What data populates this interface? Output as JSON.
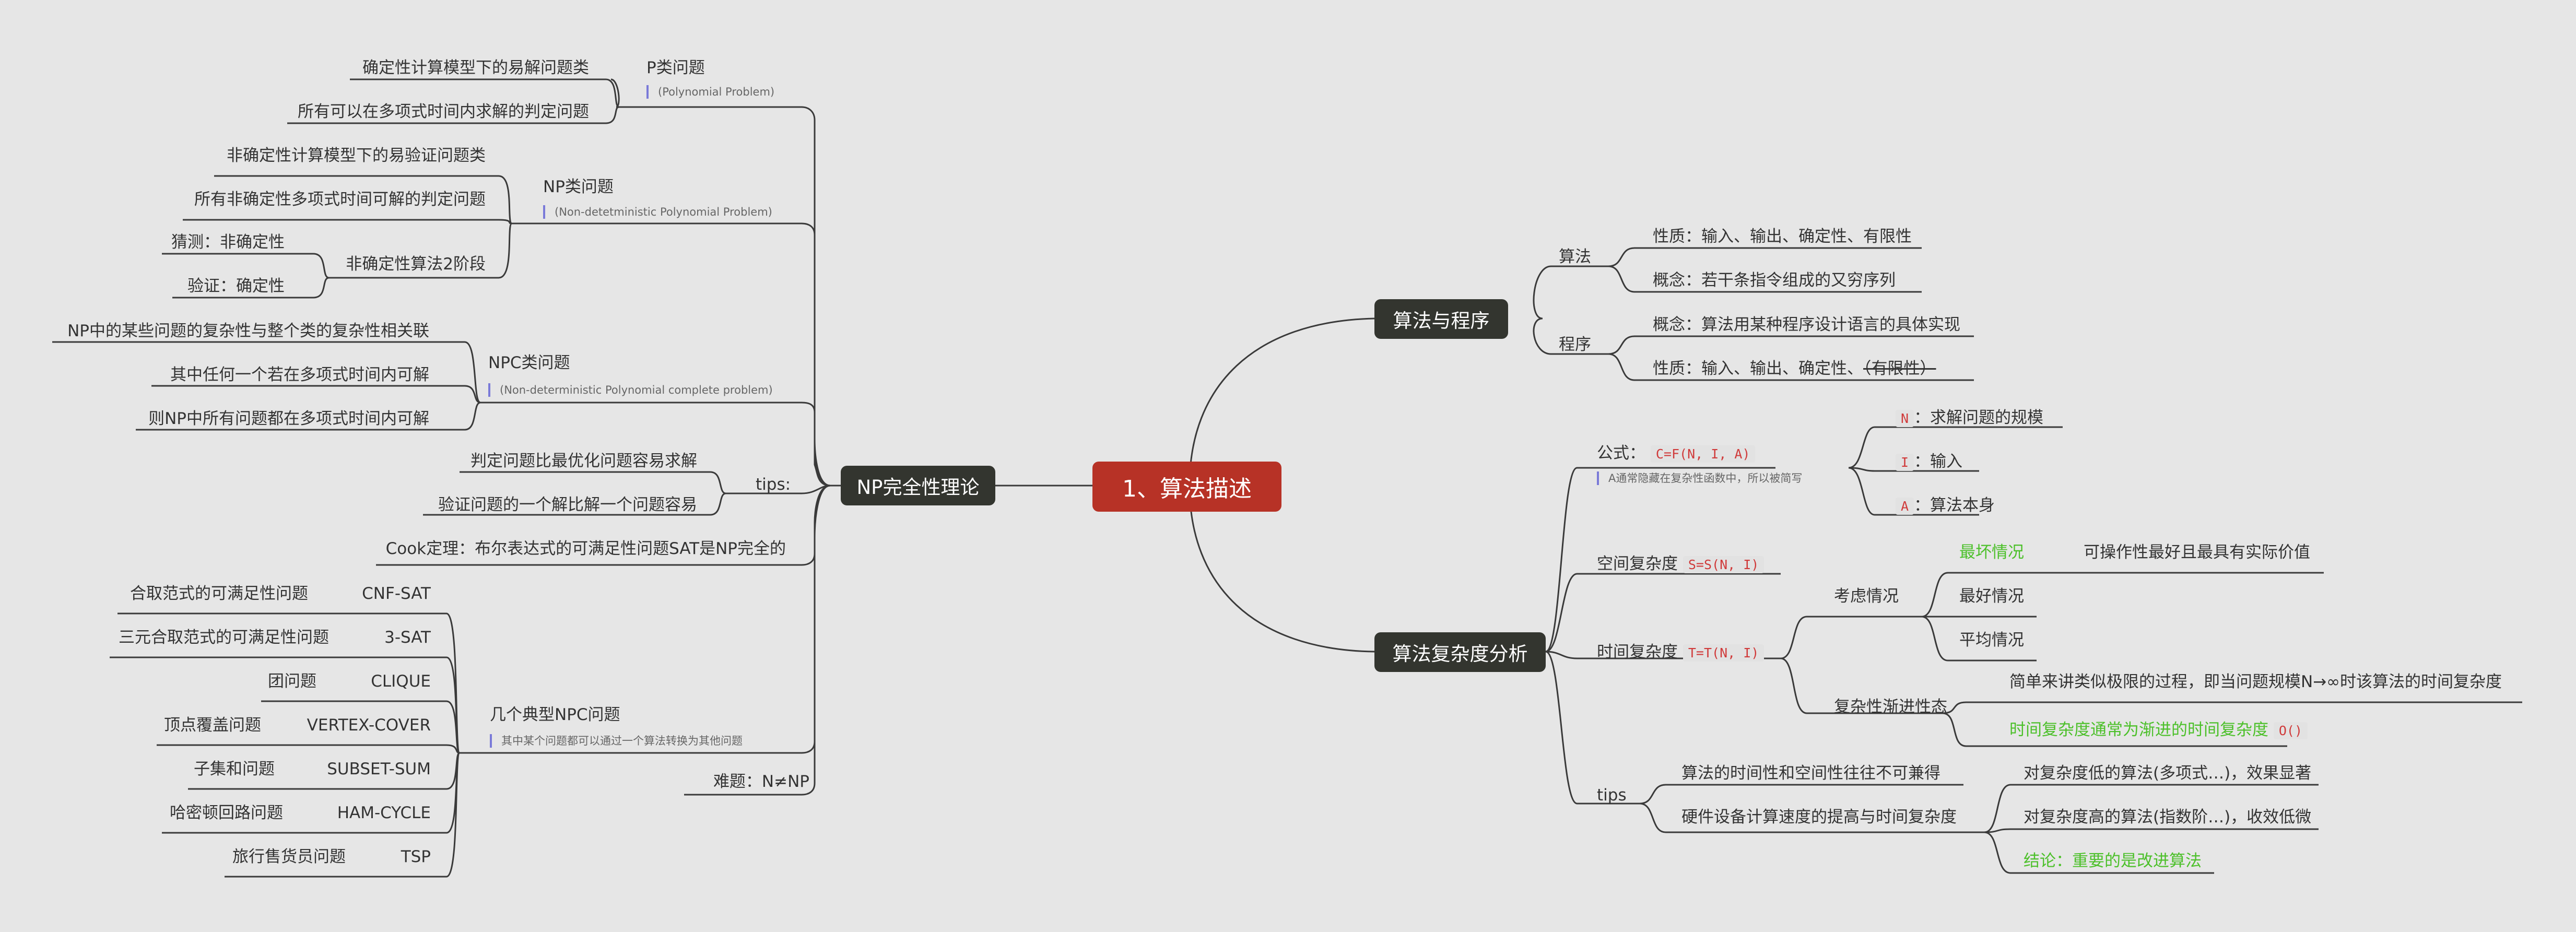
{
  "root": {
    "label": "1、算法描述"
  },
  "algo_program": {
    "label": "算法与程序",
    "algorithm": {
      "label": "算法",
      "nature": "性质：输入、输出、确定性、有限性",
      "concept": "概念：若干条指令组成的又穷序列"
    },
    "program": {
      "label": "程序",
      "concept": "概念：算法用某种程序设计语言的具体实现",
      "nature_prefix": "性质：输入、输出、确定性、",
      "nature_struck": "（有限性）"
    }
  },
  "complexity": {
    "label": "算法复杂度分析",
    "formula": {
      "label": "公式：",
      "code": "C=F(N, I, A)",
      "note": "A通常隐藏在复杂性函数中，所以被简写",
      "items": [
        {
          "code": "N",
          "text": "：求解问题的规模"
        },
        {
          "code": "I",
          "text": "：输入"
        },
        {
          "code": "A",
          "text": "：算法本身"
        }
      ]
    },
    "space": {
      "label": "空间复杂度",
      "code": "S=S(N, I)"
    },
    "time": {
      "label": "时间复杂度",
      "code": "T=T(N, I)",
      "cases": {
        "label": "考虑情况",
        "worst": "最坏情况",
        "worst_note": "可操作性最好且最具有实际价值",
        "best": "最好情况",
        "average": "平均情况"
      },
      "asymptotic": {
        "label": "复杂性渐进性态",
        "desc": "简单来讲类似极限的过程，即当问题规模N→∞时该算法的时间复杂度",
        "conclusion": "时间复杂度通常为渐进的时间复杂度",
        "code": "O()"
      }
    },
    "tips": {
      "label": "tips",
      "tip1": "算法的时间性和空间性往往不可兼得",
      "tip2": "硬件设备计算速度的提高与时间复杂度",
      "sub1": "对复杂度低的算法(多项式…)，效果显著",
      "sub2": "对复杂度高的算法(指数阶…)，收效低微",
      "conclusion": "结论：重要的是改进算法"
    }
  },
  "npc": {
    "label": "NP完全性理论",
    "p": {
      "label": "P类问题",
      "note": "(Polynomial Problem)",
      "d1": "确定性计算模型下的易解问题类",
      "d2": "所有可以在多项式时间内求解的判定问题"
    },
    "np": {
      "label": "NP类问题",
      "note": "(Non-detetministic Polynomial Problem)",
      "d1": "非确定性计算模型下的易验证问题类",
      "d2": "所有非确定性多项式时间可解的判定问题",
      "two_stage": "非确定性算法2阶段",
      "guess": "猜测：非确定性",
      "verify": "验证：确定性"
    },
    "npcp": {
      "label": "NPC类问题",
      "note": "(Non-deterministic Polynomial complete problem)",
      "d1": "NP中的某些问题的复杂性与整个类的复杂性相关联",
      "d2": "其中任何一个若在多项式时间内可解",
      "d3": "则NP中所有问题都在多项式时间内可解"
    },
    "tips": {
      "label": "tips:",
      "t1": "判定问题比最优化问题容易求解",
      "t2": "验证问题的一个解比解一个问题容易"
    },
    "cook": "Cook定理：布尔表达式的可满足性问题SAT是NP完全的",
    "typical": {
      "label": "几个典型NPC问题",
      "note": "其中某个问题都可以通过一个算法转换为其他问题",
      "problems": [
        {
          "name": "合取范式的可满足性问题",
          "code": "CNF-SAT"
        },
        {
          "name": "三元合取范式的可满足性问题",
          "code": "3-SAT"
        },
        {
          "name": "团问题",
          "code": "CLIQUE"
        },
        {
          "name": "顶点覆盖问题",
          "code": "VERTEX-COVER"
        },
        {
          "name": "子集和问题",
          "code": "SUBSET-SUM"
        },
        {
          "name": "哈密顿回路问题",
          "code": "HAM-CYCLE"
        },
        {
          "name": "旅行售货员问题",
          "code": "TSP"
        }
      ]
    },
    "hard": "难题：N≠NP"
  },
  "colors": {
    "root": "#b73226",
    "branch": "#33352f",
    "line": "#3a3a3a",
    "green": "#4cc02a",
    "code": "#d03a3a",
    "note_bar": "#7a7ad8"
  }
}
